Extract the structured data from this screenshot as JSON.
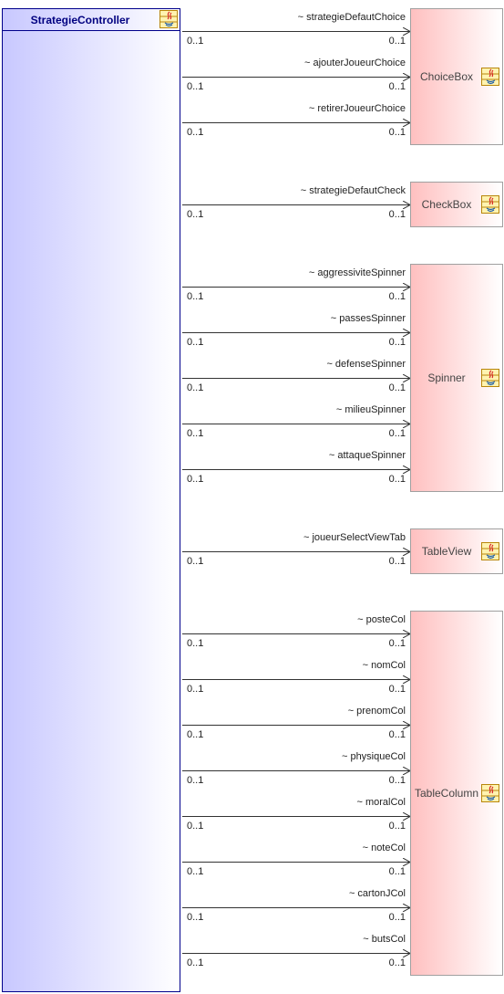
{
  "main_class": {
    "name": "StrategieController",
    "icon": "java-class-icon"
  },
  "targets": [
    {
      "name": "ChoiceBox",
      "icon": "java-class-icon"
    },
    {
      "name": "CheckBox",
      "icon": "java-class-icon"
    },
    {
      "name": "Spinner",
      "icon": "java-class-icon"
    },
    {
      "name": "TableView",
      "icon": "java-class-icon"
    },
    {
      "name": "TableColumn",
      "icon": "java-class-icon"
    }
  ],
  "associations": [
    {
      "role": "~ strategieDefautChoice",
      "source_mult": "0..1",
      "target_mult": "0..1"
    },
    {
      "role": "~ ajouterJoueurChoice",
      "source_mult": "0..1",
      "target_mult": "0..1"
    },
    {
      "role": "~ retirerJoueurChoice",
      "source_mult": "0..1",
      "target_mult": "0..1"
    },
    {
      "role": "~ strategieDefautCheck",
      "source_mult": "0..1",
      "target_mult": "0..1"
    },
    {
      "role": "~ aggressiviteSpinner",
      "source_mult": "0..1",
      "target_mult": "0..1"
    },
    {
      "role": "~ passesSpinner",
      "source_mult": "0..1",
      "target_mult": "0..1"
    },
    {
      "role": "~ defenseSpinner",
      "source_mult": "0..1",
      "target_mult": "0..1"
    },
    {
      "role": "~ milieuSpinner",
      "source_mult": "0..1",
      "target_mult": "0..1"
    },
    {
      "role": "~ attaqueSpinner",
      "source_mult": "0..1",
      "target_mult": "0..1"
    },
    {
      "role": "~ joueurSelectViewTab",
      "source_mult": "0..1",
      "target_mult": "0..1"
    },
    {
      "role": "~ posteCol",
      "source_mult": "0..1",
      "target_mult": "0..1"
    },
    {
      "role": "~ nomCol",
      "source_mult": "0..1",
      "target_mult": "0..1"
    },
    {
      "role": "~ prenomCol",
      "source_mult": "0..1",
      "target_mult": "0..1"
    },
    {
      "role": "~ physiqueCol",
      "source_mult": "0..1",
      "target_mult": "0..1"
    },
    {
      "role": "~ moralCol",
      "source_mult": "0..1",
      "target_mult": "0..1"
    },
    {
      "role": "~ noteCol",
      "source_mult": "0..1",
      "target_mult": "0..1"
    },
    {
      "role": "~ cartonJCol",
      "source_mult": "0..1",
      "target_mult": "0..1"
    },
    {
      "role": "~ butsCol",
      "source_mult": "0..1",
      "target_mult": "0..1"
    }
  ]
}
